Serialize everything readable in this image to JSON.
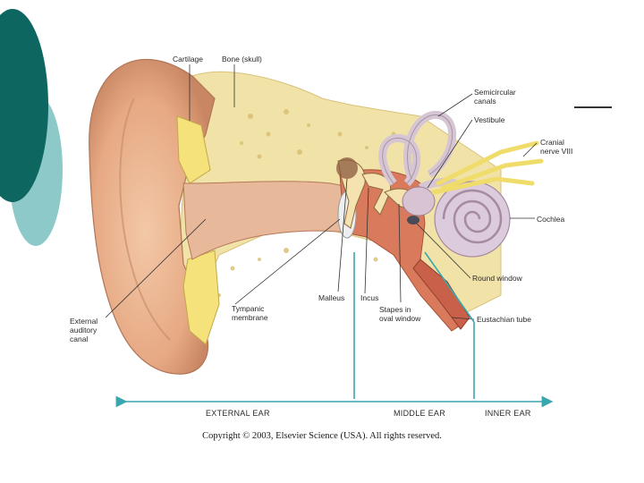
{
  "slide": {
    "accent_colors": {
      "dark_teal": "#0e6660",
      "light_teal": "#8ec9c9",
      "guide_line": "#3aa6ad"
    }
  },
  "diagram": {
    "labels": {
      "cartilage": "Cartilage",
      "bone": "Bone (skull)",
      "semicircular": "Semicircular\ncanals",
      "vestibule": "Vestibule",
      "cranial_nerve": "Cranial\nnerve VIII",
      "cochlea": "Cochlea",
      "round_window": "Round window",
      "eustachian": "Eustachian tube",
      "stapes": "Stapes in\noval window",
      "incus": "Incus",
      "malleus": "Malleus",
      "tympanic": "Tympanic\nmembrane",
      "external_canal": "External\nauditory\ncanal"
    },
    "zones": {
      "external": "EXTERNAL EAR",
      "middle": "MIDDLE EAR",
      "inner": "INNER EAR"
    },
    "copyright": "Copyright © 2003, Elsevier Science (USA). All rights reserved."
  }
}
